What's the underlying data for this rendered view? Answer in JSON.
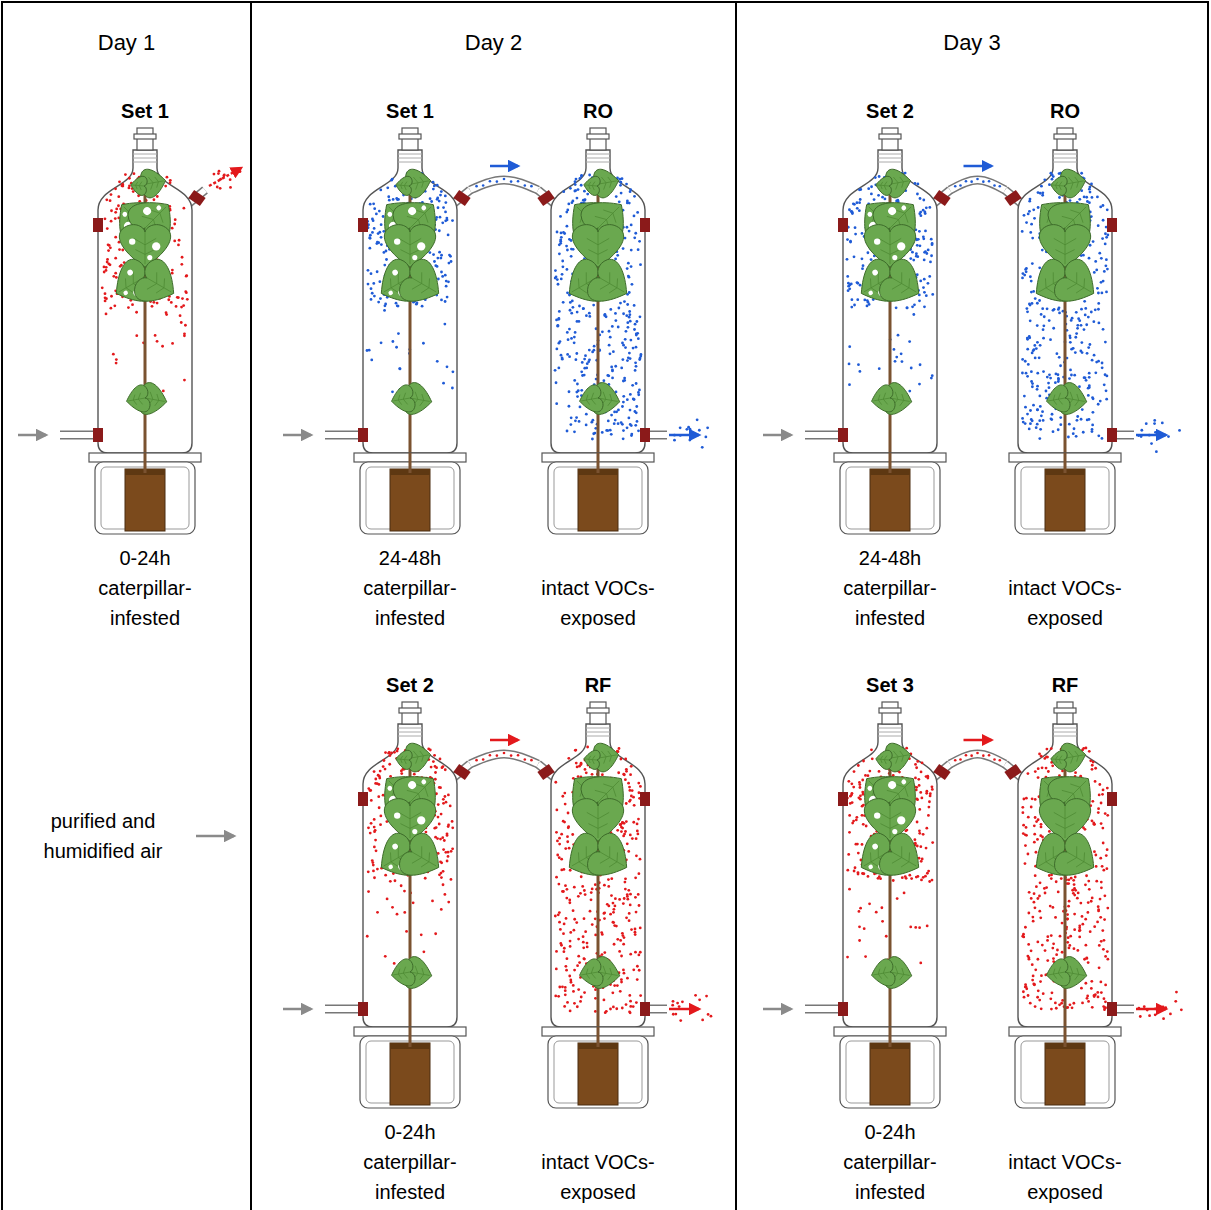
{
  "diagram": {
    "nodes": [
      {
        "text": [
          "Day 1"
        ]
      },
      {
        "text": [
          "Set 1",
          "0-24h caterpillar-infested"
        ],
        "in": 0
      },
      {
        "text": [
          "Day 2"
        ]
      },
      {
        "text": [
          "Set 1",
          "24-48h caterpillar-infested"
        ],
        "in": 2
      },
      {
        "text": [
          "RO",
          "intact VOCs-exposed"
        ],
        "in": 2
      },
      {
        "text": [
          "Set 2",
          "0-24h caterpillar-infested"
        ],
        "in": 2
      },
      {
        "text": [
          "RF",
          "intact VOCs-exposed"
        ],
        "in": 2
      },
      {
        "text": [
          "Day 3"
        ]
      },
      {
        "text": [
          "Set 2",
          "24-48h caterpillar-infested"
        ],
        "in": 7
      },
      {
        "text": [
          "RO",
          "intact VOCs-exposed"
        ],
        "in": 7
      },
      {
        "text": [
          "Set 3",
          "0-24h caterpillar-infested"
        ],
        "in": 7
      },
      {
        "text": [
          "RF",
          "intact VOCs-exposed"
        ],
        "in": 7
      }
    ],
    "edges": [
      {
        "from": 3,
        "to": 4,
        "arrow": "to"
      },
      {
        "from": 5,
        "to": 6,
        "arrow": "to"
      },
      {
        "from": 8,
        "to": 9,
        "arrow": "to"
      },
      {
        "from": 10,
        "to": 11,
        "arrow": "to"
      }
    ],
    "labels": [
      "purified and humidified air"
    ]
  }
}
